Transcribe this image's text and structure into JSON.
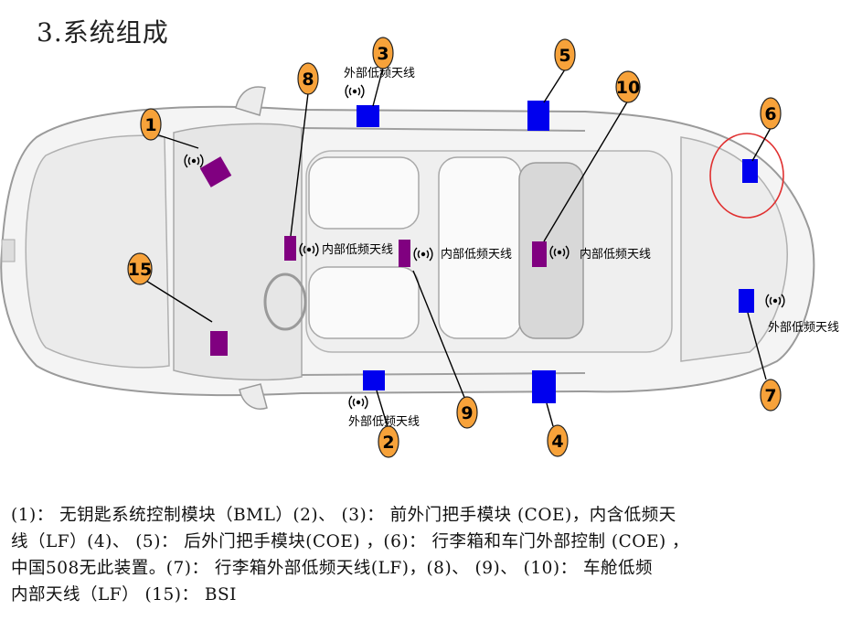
{
  "title": "3.系统组成",
  "callouts": {
    "c1": "1",
    "c2": "2",
    "c3": "3",
    "c4": "4",
    "c5": "5",
    "c6": "6",
    "c7": "7",
    "c8": "8",
    "c9": "9",
    "c10": "10",
    "c15": "15"
  },
  "labels": {
    "ext_front_top": "外部低频天线",
    "ext_front_bottom": "外部低频天线",
    "ext_trunk": "外部低频天线",
    "int_front": "内部低频天线",
    "int_mid": "内部低频天线",
    "int_rear": "内部低频天线"
  },
  "caption": {
    "line1": "(1)： 无钥匙系统控制模块（BML）(2)、 (3)： 前外门把手模块 (COE)，内含低频天",
    "line2": "线（LF）(4)、 (5)： 后外门把手模块(COE) ，(6)： 行李箱和车门外部控制 (COE) ，",
    "line3": "中国508无此装置。(7)： 行李箱外部低频天线(LF)，(8)、 (9)、 (10)： 车舱低频",
    "line4": "内部天线（LF）  (15)： BSI"
  },
  "colors": {
    "module_purple": "#800080",
    "handle_blue": "#0000ee",
    "callout_orange": "#f7a23a",
    "highlight_red": "#e03030"
  },
  "icons": [
    "signal-waves-icon"
  ]
}
